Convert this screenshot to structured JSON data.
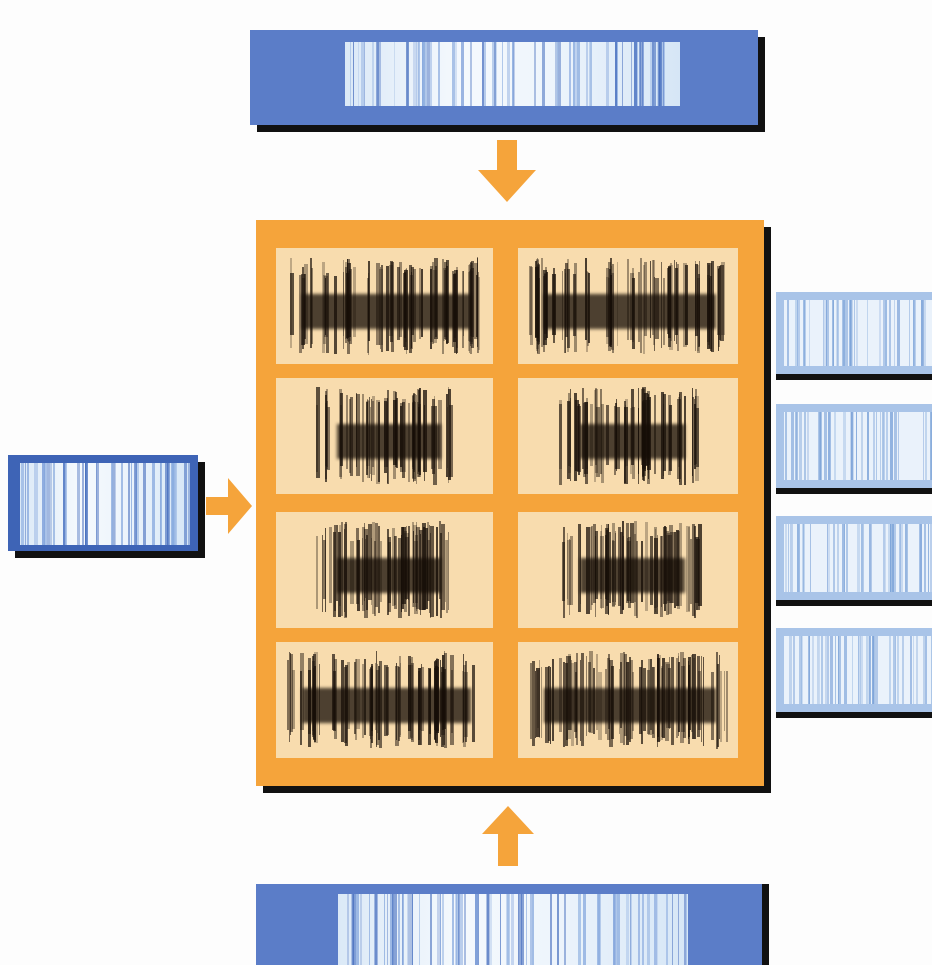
{
  "colors": {
    "background": "#fdfdfd",
    "input_bar_blue": "#5b7dc8",
    "output_bar_light_blue": "#a9c4e8",
    "grid_orange": "#f5a43b",
    "cell_beige": "#f8dcae",
    "arrow_orange": "#f5a43b",
    "shadow": "#111111",
    "band_dark": "#1b120b"
  },
  "diagram": {
    "inputs": [
      "top",
      "left",
      "bottom"
    ],
    "outputs_right": 4,
    "grid": {
      "rows": 4,
      "columns": 2
    }
  }
}
